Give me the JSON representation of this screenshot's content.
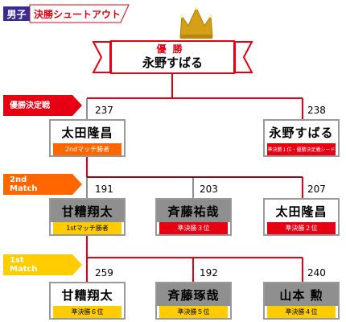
{
  "header": {
    "gender": "男子",
    "title": "決勝シュートアウト"
  },
  "champion": {
    "label": "優勝",
    "name": "永野すばる"
  },
  "rounds": {
    "final": "優勝決定戦",
    "second": "2nd\nMatch",
    "first": "1st\nMatch"
  },
  "final_players": [
    {
      "name": "太田隆昌",
      "score": "237",
      "note": "2ndマッチ勝者"
    },
    {
      "name": "永野すばる",
      "score": "238",
      "note": "準決勝１位・優勝決定戦シード"
    }
  ],
  "second_players": [
    {
      "name": "甘糟翔太",
      "score": "191",
      "note": "1stマッチ勝者"
    },
    {
      "name": "斉藤祐哉",
      "score": "203",
      "note": "準決勝３位"
    },
    {
      "name": "太田隆昌",
      "score": "207",
      "note": "準決勝２位"
    }
  ],
  "first_players": [
    {
      "name": "甘糟翔太",
      "score": "259",
      "note": "準決勝６位"
    },
    {
      "name": "斉藤琢哉",
      "score": "192",
      "note": "準決勝５位"
    },
    {
      "name": "山本 勲",
      "score": "240",
      "note": "準決勝４位"
    }
  ],
  "colors": {
    "win_line": "#e60012",
    "lose_line": "#222222",
    "final_tag": "#e60012",
    "second_tag": "#ff6600",
    "first_tag": "#ffcc00",
    "gold_crown": "#d4a017"
  }
}
